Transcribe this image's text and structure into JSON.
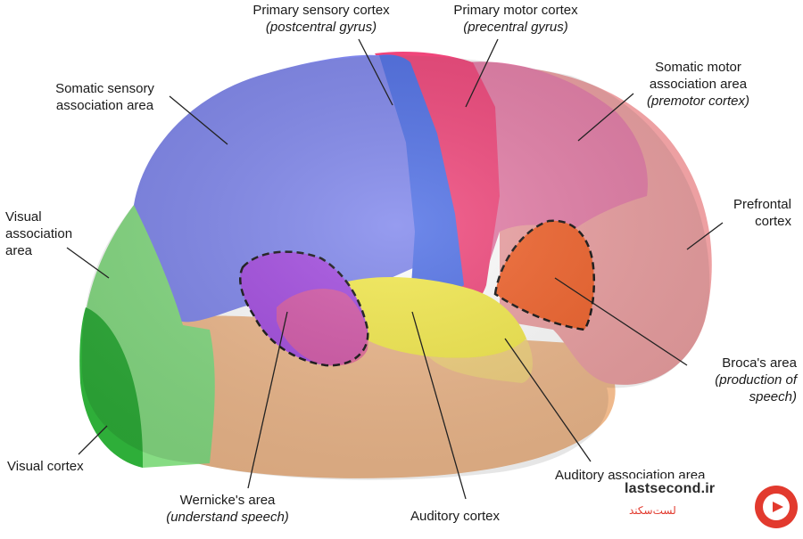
{
  "labels": {
    "primary_sensory": {
      "line1": "Primary sensory cortex",
      "line2": "(postcentral gyrus)"
    },
    "primary_motor": {
      "line1": "Primary motor cortex",
      "line2": "(precentral gyrus)"
    },
    "somatic_sensory_assoc": {
      "line1": "Somatic sensory",
      "line2": "association area"
    },
    "somatic_motor_assoc": {
      "line1": "Somatic motor",
      "line2": "association area",
      "line3": "(premotor cortex)"
    },
    "prefrontal": {
      "line1": "Prefrontal",
      "line2": "cortex"
    },
    "visual_assoc": {
      "line1": "Visual",
      "line2": "association",
      "line3": "area"
    },
    "brocas": {
      "line1": "Broca's area",
      "line2": "(production of",
      "line3": "speech)"
    },
    "visual_cortex": {
      "line1": "Visual cortex"
    },
    "wernickes": {
      "line1": "Wernicke's area",
      "line2": "(understand speech)"
    },
    "auditory_cortex": {
      "line1": "Auditory cortex"
    },
    "auditory_assoc": {
      "line1": "Auditory association area"
    }
  },
  "watermark": {
    "text_en": "lastsecond.ir",
    "text_fa": "لست‌سکند"
  },
  "colors": {
    "somatic_sensory": "#7f86ec",
    "primary_sensory": "#4f6fe6",
    "primary_motor": "#f0457a",
    "premotor": "#e57ea8",
    "prefrontal": "#eda0a2",
    "visual_assoc": "#86dc83",
    "visual_cortex": "#2eae39",
    "temporal": "#efb98c",
    "auditory": "#f4ea4c",
    "broca": "#f2622a",
    "wernicke": "#a24ae0"
  }
}
